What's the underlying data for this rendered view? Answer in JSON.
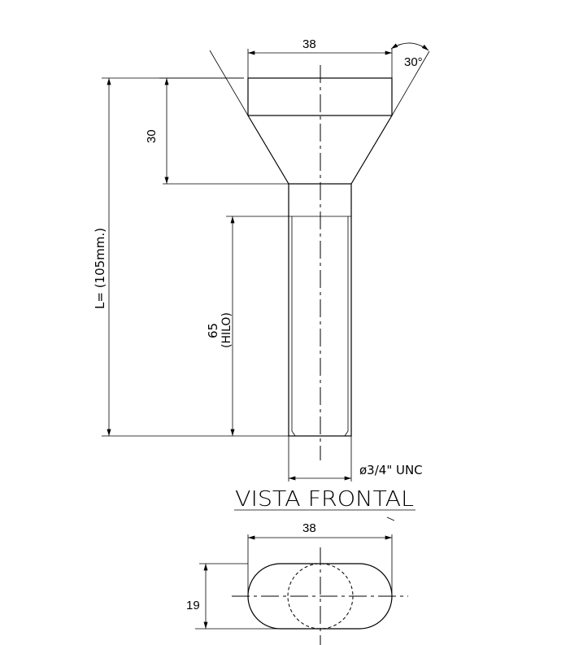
{
  "front_view": {
    "head_width": "38",
    "angle": "30°",
    "head_height": "30",
    "total_length": "L= (105mm.)",
    "thread_length": "65",
    "thread_label": "(HILO)",
    "thread_spec": "ø3/4\" UNC",
    "title": "VISTA FRONTAL"
  },
  "top_view": {
    "width": "38",
    "height": "19"
  }
}
